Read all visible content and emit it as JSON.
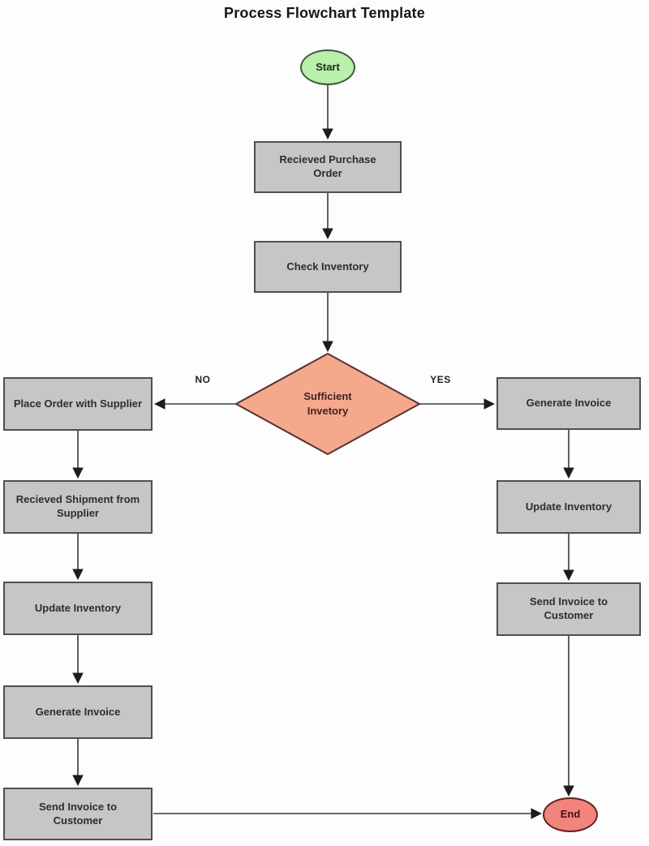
{
  "title": "Process Flowchart Template",
  "colors": {
    "background": "#fdfdfd",
    "process_fill": "#c6c6c6",
    "process_border": "#4f4f4f",
    "start_fill": "#b9f0ac",
    "start_border": "#47543f",
    "end_fill": "#f1847d",
    "end_border": "#63231f",
    "decision_fill": "#f6a88d",
    "decision_border": "#57332e",
    "connector": "#3a3a3a"
  },
  "nodes": {
    "start": "Start",
    "received_purchase_order": "Recieved Purchase Order",
    "check_inventory": "Check Inventory",
    "sufficient_inventory": "Sufficient Invetory",
    "place_order_with_supplier": "Place Order with Supplier",
    "received_shipment_from_supplier": "Recieved Shipment from Supplier",
    "update_inventory_left": "Update Inventory",
    "generate_invoice_left": "Generate Invoice",
    "send_invoice_to_customer_left": "Send Invoice to Customer",
    "generate_invoice_right": "Generate Invoice",
    "update_inventory_right": "Update Inventory",
    "send_invoice_to_customer_right": "Send Invoice to Customer",
    "end": "End"
  },
  "edges": {
    "no": "NO",
    "yes": "YES"
  }
}
